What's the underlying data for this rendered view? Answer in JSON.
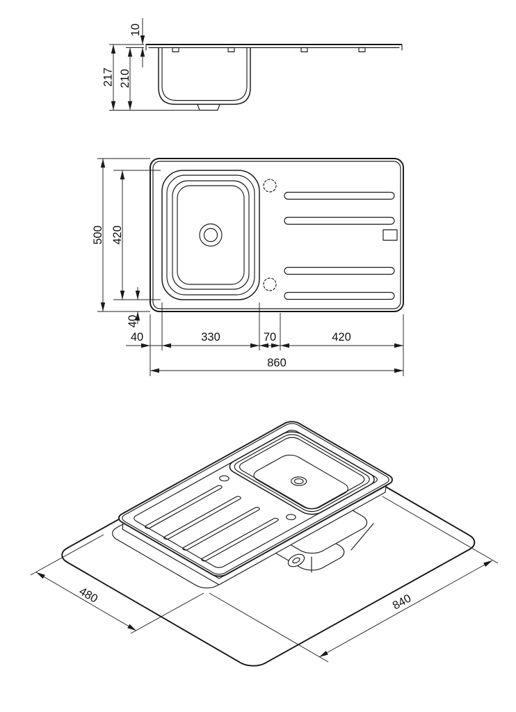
{
  "drawing": {
    "type": "kitchen sink technical drawing, three views",
    "side_view": {
      "rim_thickness": "10",
      "total_depth": "217",
      "bowl_depth": "210"
    },
    "plan_view": {
      "overall_width": "500",
      "inner_width": "420",
      "bottom_margin": "40",
      "left_margin": "40",
      "bowl_length": "330",
      "center_gap": "70",
      "drainer_length": "420",
      "overall_length": "860"
    },
    "installation_view": {
      "cutout_width": "480",
      "cutout_length": "840"
    }
  },
  "colors": {
    "line": "#1a1a1a",
    "background": "#ffffff"
  }
}
